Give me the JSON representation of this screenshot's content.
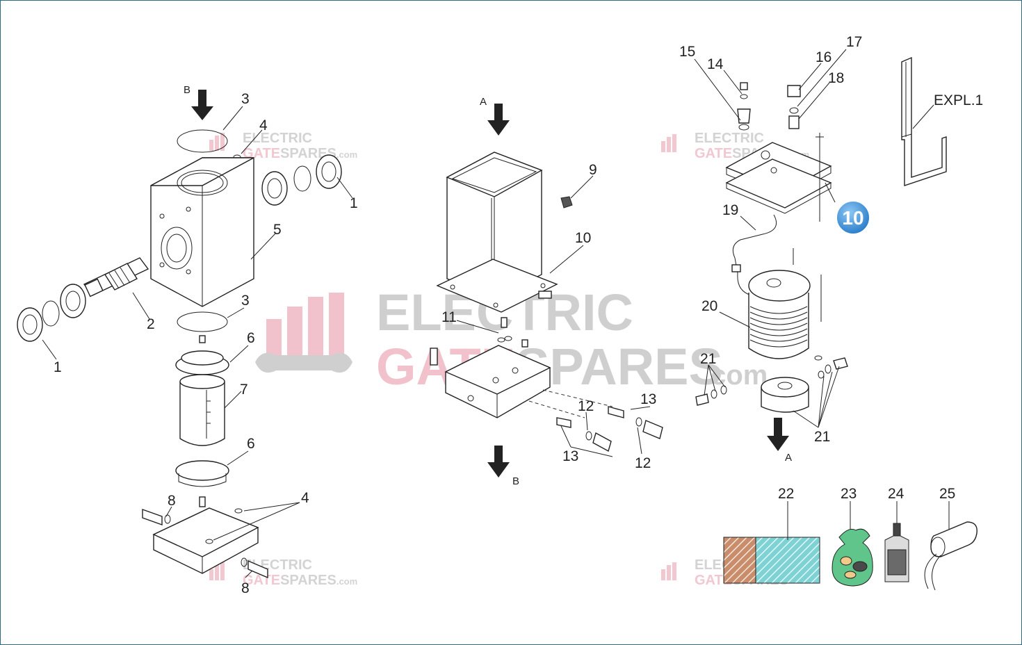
{
  "diagram": {
    "labels": {
      "l1a": "1",
      "l1b": "1",
      "l2": "2",
      "l3a": "3",
      "l3b": "3",
      "l4a": "4",
      "l4b": "4",
      "l5": "5",
      "l6a": "6",
      "l6b": "6",
      "l7": "7",
      "l8a": "8",
      "l8b": "8",
      "l9": "9",
      "l10": "10",
      "l10badge": "10",
      "l11": "11",
      "l12a": "12",
      "l12b": "12",
      "l13a": "13",
      "l13b": "13",
      "l14": "14",
      "l15": "15",
      "l16": "16",
      "l17": "17",
      "l18": "18",
      "l19": "19",
      "l20": "20",
      "l21a": "21",
      "l21b": "21",
      "l22": "22",
      "l23": "23",
      "l24": "24",
      "l25": "25",
      "expl": "EXPL.1"
    },
    "arrows": {
      "b_top": "B",
      "a_top": "A",
      "b_bottom": "B",
      "a_bottom": "A"
    }
  },
  "watermark": {
    "line1": "ELECTRIC",
    "line2_pink": "GATE",
    "line2_grey": "SPARES",
    "suffix": ".com"
  },
  "colors": {
    "frame": "#2c6a80",
    "badge": "#3d8fd6",
    "watermark_grey": "#cfcfcf",
    "watermark_pink": "#f2c2cc"
  }
}
